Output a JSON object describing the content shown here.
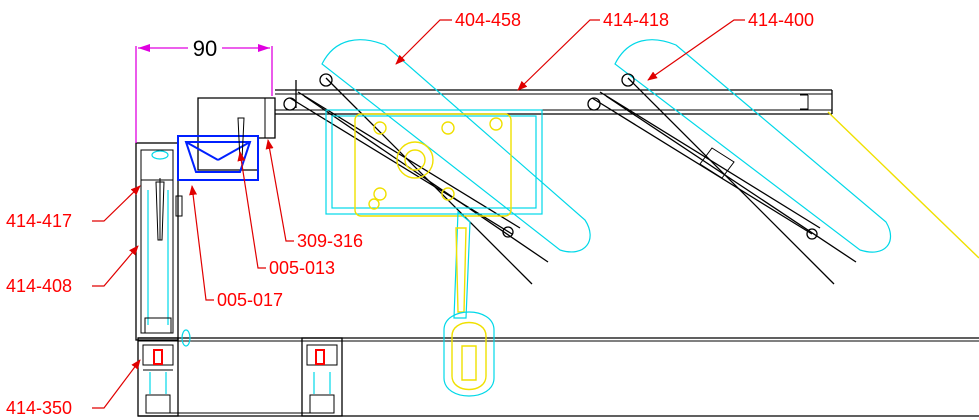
{
  "dimension": {
    "value": "90"
  },
  "callouts": {
    "top": [
      "404-458",
      "414-418",
      "414-400"
    ],
    "left": [
      "414-417",
      "414-408",
      "414-350"
    ],
    "middle": [
      "309-316",
      "005-013",
      "005-017"
    ]
  },
  "colors": {
    "label": "#ff0000",
    "leader": "#e00000",
    "dimension_line": "#e000e0",
    "outline": "#000000",
    "cyan": "#00d8e8",
    "yellow": "#f0e000",
    "blue": "#0020ff"
  }
}
